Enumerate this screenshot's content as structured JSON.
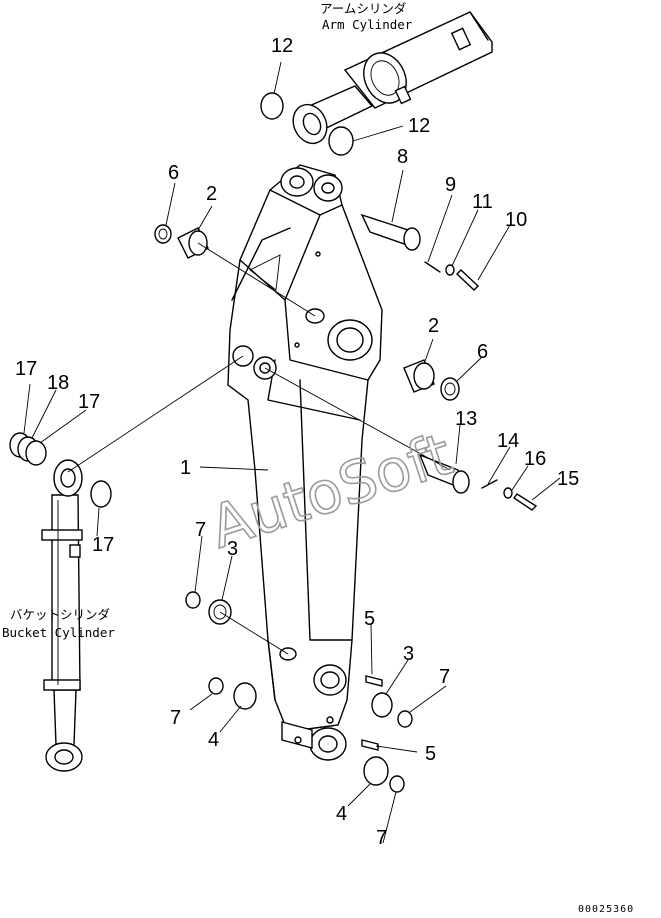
{
  "captions": {
    "arm_jp": "アームシリンダ",
    "arm_en": "Arm Cylinder",
    "bucket_jp": "バケットシリンダ",
    "bucket_en": "Bucket Cylinder"
  },
  "callouts": {
    "c12a": "12",
    "c12b": "12",
    "c6a": "6",
    "c6b": "6",
    "c2a": "2",
    "c2b": "2",
    "c8": "8",
    "c9": "9",
    "c11": "11",
    "c10": "10",
    "c17a": "17",
    "c18": "18",
    "c17b": "17",
    "c17c": "17",
    "c13": "13",
    "c14": "14",
    "c16": "16",
    "c15": "15",
    "c1": "1",
    "c7a": "7",
    "c7b": "7",
    "c7c": "7",
    "c7d": "7",
    "c3a": "3",
    "c3b": "3",
    "c5a": "5",
    "c5b": "5",
    "c4a": "4",
    "c4b": "4"
  },
  "watermark": "AutoSoft",
  "drawing_code": "00025360"
}
